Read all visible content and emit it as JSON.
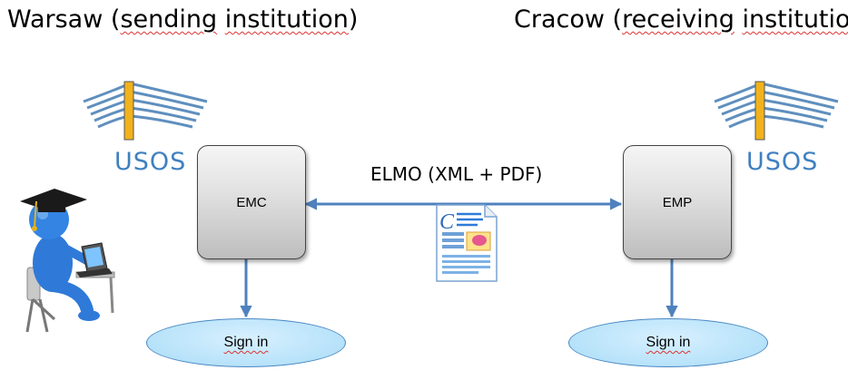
{
  "headings": {
    "sending_city": "Warsaw (",
    "sending_word": "sending",
    "sending_space": " ",
    "sending_institution": "institution",
    "sending_close": ")",
    "receiving_city": "Cracow (",
    "receiving_word": "receiving",
    "receiving_space": " ",
    "receiving_institution": "institution",
    "receiving_close": ")"
  },
  "logos": {
    "left": "USOS",
    "right": "USOS"
  },
  "nodes": {
    "emc": "EMC",
    "emp": "EMP"
  },
  "connection": {
    "label": "ELMO (XML + PDF)"
  },
  "sign_in": {
    "left": "Sign in",
    "right": "Sign in"
  },
  "icons": {
    "student": "student-at-laptop-icon",
    "document": "document-icon",
    "logo": "usos-roof-logo"
  },
  "colors": {
    "arrow": "#4f81bd",
    "usos_text": "#3f80c0",
    "ellipse_fill": "#bde6fb"
  }
}
